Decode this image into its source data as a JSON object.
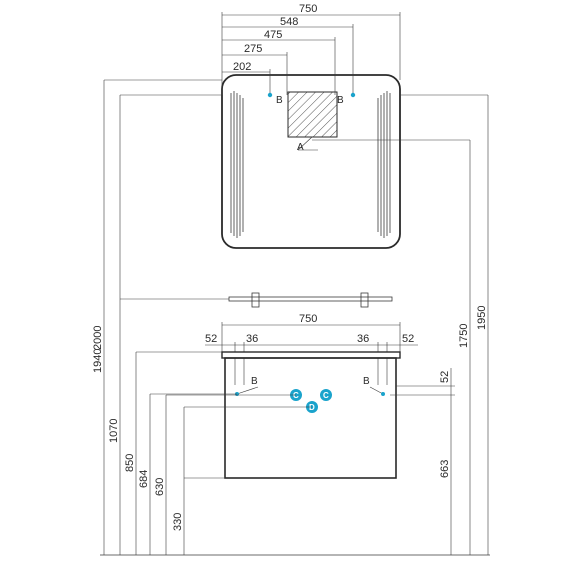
{
  "colors": {
    "line": "#3a3a3a",
    "marker": "#1aa3cc",
    "hatch": "#555555"
  },
  "mirror": {
    "width_top": "750",
    "widths": [
      "548",
      "475",
      "275",
      "202"
    ],
    "label_a": "A",
    "label_b_left": "B",
    "label_b_right": "B"
  },
  "cabinet": {
    "width": "750",
    "left_offset": "52",
    "left_inner": "36",
    "right_inner": "36",
    "right_offset": "52",
    "label_b_left": "B",
    "label_b_right": "B",
    "right_small": "52",
    "right_height": "663"
  },
  "heights": [
    "2000",
    "1940",
    "1070",
    "850",
    "684",
    "630",
    "330",
    "1750",
    "1950"
  ],
  "markers": {
    "c1": "C",
    "c2": "C",
    "d": "D"
  }
}
